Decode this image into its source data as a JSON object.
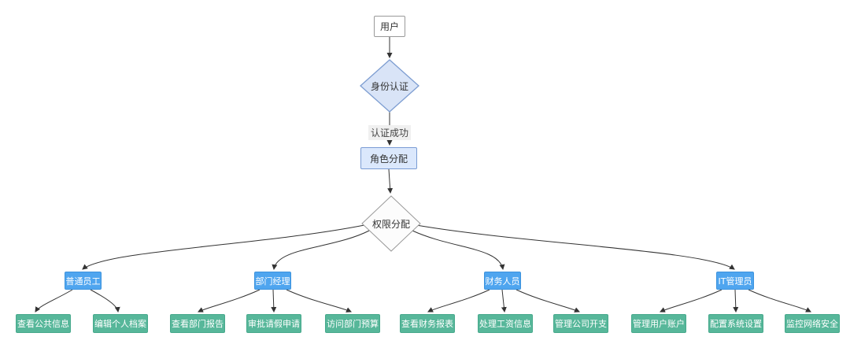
{
  "flowchart": {
    "nodes": {
      "user": "用户",
      "identity_auth": "身份认证",
      "role_assign": "角色分配",
      "permission_assign": "权限分配"
    },
    "edge_label_auth_success": "认证成功",
    "roles": [
      "普通员工",
      "部门经理",
      "财务人员",
      "IT管理员"
    ],
    "permissions": {
      "regular_employee": [
        "查看公共信息",
        "编辑个人档案"
      ],
      "department_manager": [
        "查看部门报告",
        "审批请假申请",
        "访问部门预算"
      ],
      "finance_staff": [
        "查看财务报表",
        "处理工资信息",
        "管理公司开支"
      ],
      "it_admin": [
        "管理用户账户",
        "配置系统设置",
        "监控网络安全"
      ]
    }
  },
  "colors": {
    "node_plain_fill": "#ffffff",
    "node_plain_border": "#999999",
    "decision_fill": "#d9e4f7",
    "decision_border": "#7d9dd1",
    "process_fill": "#dbe8fc",
    "process_border": "#7a9cd4",
    "decision2_fill": "#fcfcfc",
    "decision2_border": "#999999",
    "role_fill": "#4fa5ef",
    "role_border": "#3d93dd",
    "perm_fill": "#57b79a",
    "perm_border": "#47a98c",
    "edge": "#333333",
    "label_bg": "#f0f0f0",
    "label_text": "#444444"
  }
}
